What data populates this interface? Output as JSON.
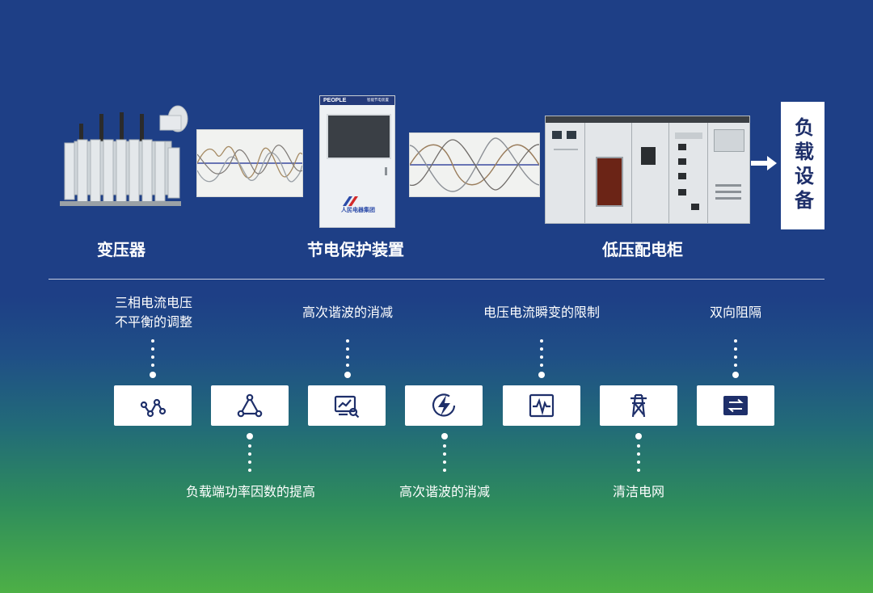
{
  "equipment": {
    "transformer_label": "变压器",
    "device_label": "节电保护装置",
    "device_brand": "PEOPLE",
    "device_panel_title": "智能节电装置",
    "device_logo_text": "人民电器集团",
    "cabinet_label": "低压配电柜",
    "load_label": "负载设备"
  },
  "functions_top": [
    {
      "text_line1": "三相电流电压",
      "text_line2": "不平衡的调整"
    },
    {
      "text_line1": "高次谐波的消减"
    },
    {
      "text_line1": "电压电流瞬变的限制"
    },
    {
      "text_line1": "双向阻隔"
    }
  ],
  "functions_bottom": [
    {
      "text_line1": "负载端功率因数的提高"
    },
    {
      "text_line1": "高次谐波的消减"
    },
    {
      "text_line1": "清洁电网"
    }
  ],
  "icons": [
    "nodes-graph-icon",
    "triangle-network-icon",
    "chart-search-icon",
    "lightning-icon",
    "waveform-monitor-icon",
    "power-tower-icon",
    "swap-arrows-icon"
  ],
  "colors": {
    "accent_blue": "#1e3f86",
    "accent_green": "#4db046"
  }
}
